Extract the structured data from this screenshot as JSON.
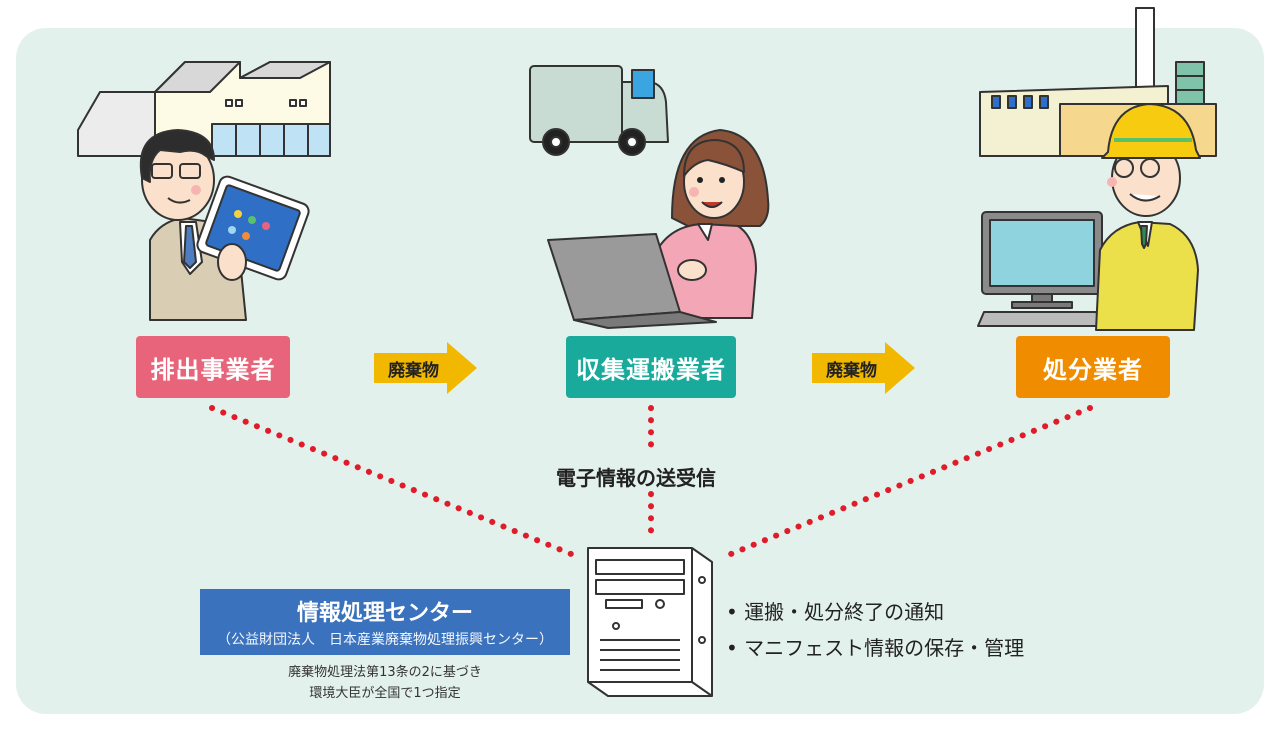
{
  "actors": {
    "emitter": {
      "label": "排出事業者",
      "color": "#e8647a"
    },
    "transporter": {
      "label": "収集運搬業者",
      "color": "#1aaa9c"
    },
    "disposer": {
      "label": "処分業者",
      "color": "#ef8c00"
    }
  },
  "flows": {
    "first": "廃棄物",
    "second": "廃棄物"
  },
  "exchange_label": "電子情報の送受信",
  "center": {
    "name": "情報処理センター",
    "sub": "（公益財団法人　日本産業廃棄物処理振興センター）",
    "note_line1": "廃棄物処理法第13条の2に基づき",
    "note_line2": "環境大臣が全国で1つ指定"
  },
  "functions": [
    "運搬・処分終了の通知",
    "マニフェスト情報の保存・管理"
  ]
}
